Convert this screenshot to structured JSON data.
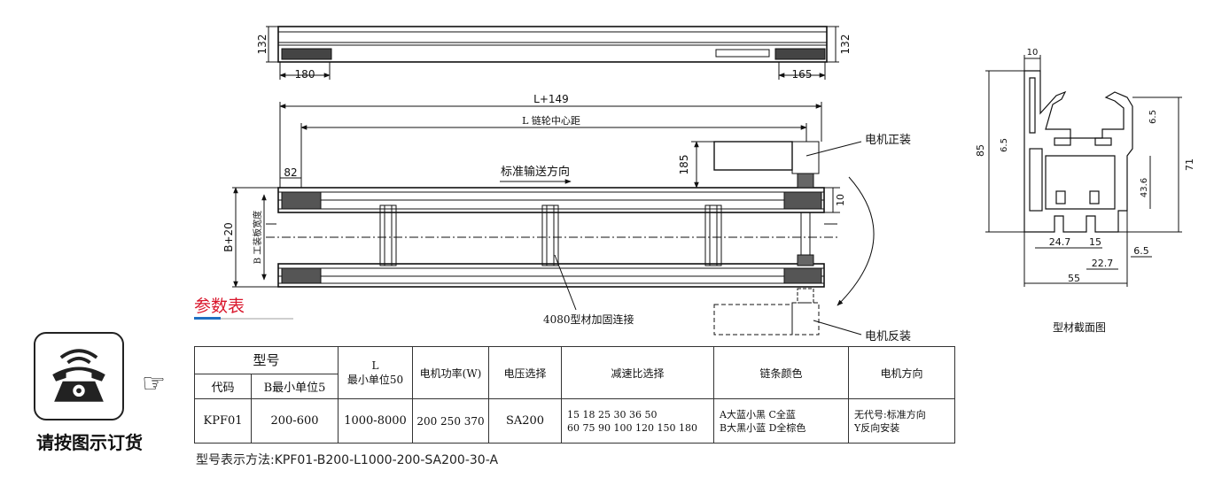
{
  "top_view": {
    "dim_height_left": "132",
    "dim_height_right": "132",
    "dim_left": "180",
    "dim_right": "165"
  },
  "main_view": {
    "dim_total": "L+149",
    "dim_sprocket": "L 链轮中心距",
    "dim_offset": "82",
    "dim_motor_height": "185",
    "dim_gap": "10",
    "dim_width_outer": "B+20",
    "dim_width_inner": "B 工装板宽度",
    "direction_label": "标准输送方向",
    "motor_normal": "电机正装",
    "motor_reverse": "电机反装",
    "profile_note": "4080型材加固连接"
  },
  "profile_section": {
    "title": "型材截面图",
    "dims": {
      "top": "10",
      "left_h": "85",
      "right_h": "71",
      "inner_a": "6.5",
      "inner_b": "6.5",
      "inner_c": "43.6",
      "b1": "24.7",
      "b2": "15",
      "b3": "22.7",
      "b4": "6.5",
      "b5": "55"
    }
  },
  "section_title": "参数表",
  "order_hint": "请按图示订货",
  "table": {
    "group_model": "型号",
    "col_code": "代码",
    "col_b": "B最小单位5",
    "col_l_top": "L",
    "col_l_bottom": "最小单位50",
    "col_power": "电机功率(W)",
    "col_voltage": "电压选择",
    "col_ratio": "减速比选择",
    "col_chain": "链条颜色",
    "col_dir": "电机方向",
    "row": {
      "code": "KPF01",
      "b": "200-600",
      "l": "1000-8000",
      "power": "200 250 370",
      "voltage": "SA200",
      "ratio_1": "15 18 25 30 36 50",
      "ratio_2": "60 75 90 100 120 150 180",
      "chain_1": "A大蓝小黑  C全蓝",
      "chain_2": "B大黑小蓝  D全棕色",
      "dir_1": "无代号:标准方向",
      "dir_2": "Y反向安装"
    }
  },
  "formula": "型号表示方法:KPF01-B200-L1000-200-SA200-30-A",
  "colors": {
    "accent_red": "#d9162b",
    "accent_blue": "#1f6fc2",
    "line": "#111111"
  }
}
